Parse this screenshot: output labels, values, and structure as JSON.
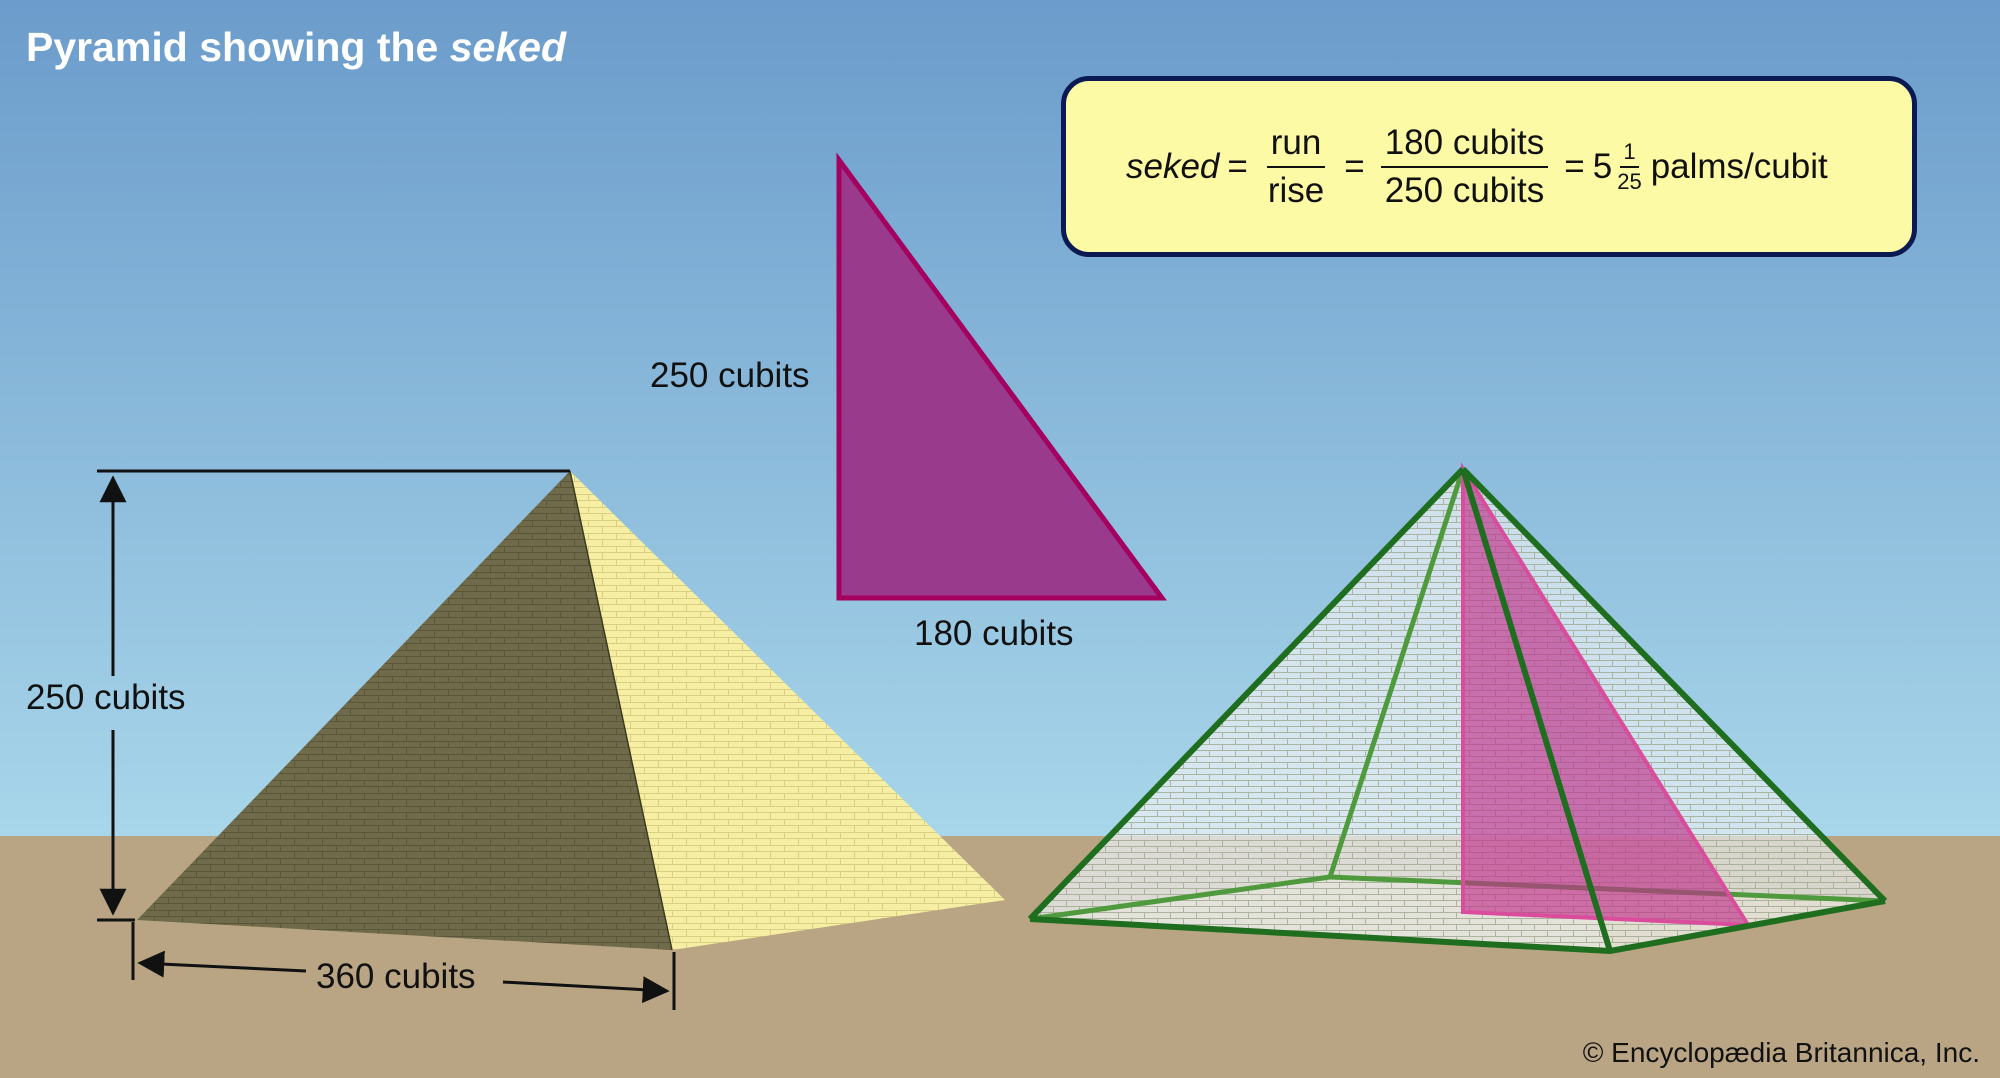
{
  "title": {
    "text": "Pyramid showing the",
    "italic": "seked"
  },
  "formula": {
    "lhs": "seked",
    "eq": "=",
    "frac1": {
      "num": "run",
      "den": "rise"
    },
    "frac2": {
      "num": "180 cubits",
      "den": "250 cubits"
    },
    "whole": "5",
    "frac3": {
      "num": "1",
      "den": "25"
    },
    "unit": "palms/cubit"
  },
  "left_pyramid": {
    "height_label": "250 cubits",
    "base_label": "360 cubits"
  },
  "triangle": {
    "rise_label": "250 cubits",
    "run_label": "180 cubits"
  },
  "copyright": "© Encyclopædia Britannica, Inc.",
  "colors": {
    "sky_top": "#6b9ccb",
    "sky_bottom": "#a7d5ea",
    "ground": "#b9a583",
    "shaded_face": "#6f6a4a",
    "lit_face": "#f6efa3",
    "seked_triangle": "#9a3a8c",
    "triangle_stroke": "#a3005f",
    "wire_green": "#1f6e1f",
    "box_fill": "#fdfaa5",
    "box_border": "#0c1a53"
  }
}
